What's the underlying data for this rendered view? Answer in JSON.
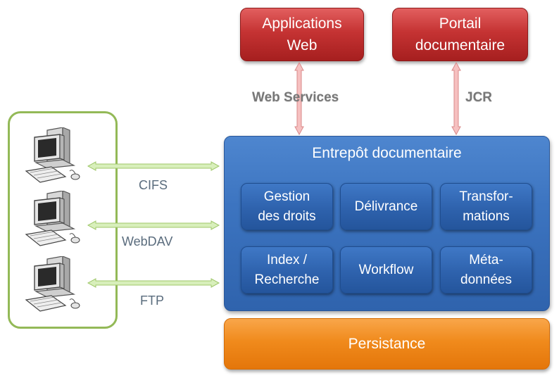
{
  "top_boxes": [
    {
      "label": "Applications\nWeb"
    },
    {
      "label": "Portail\ndocumentaire"
    }
  ],
  "protocols_top": [
    "Web Services",
    "JCR"
  ],
  "client_links": [
    "CIFS",
    "WebDAV",
    "FTP"
  ],
  "repository": {
    "title": "Entrepôt documentaire",
    "modules": [
      "Gestion\ndes droits",
      "Délivrance",
      "Transfor-\nmations",
      "Index /\nRecherche",
      "Workflow",
      "Méta-\ndonnées"
    ]
  },
  "persistence": "Persistance",
  "icons": [
    "desktop-computer-icon",
    "desktop-computer-icon",
    "desktop-computer-icon"
  ],
  "colors": {
    "top_box_red": "#c53333",
    "repository_blue": "#3c74c0",
    "persistence_orange": "#f08a1c",
    "client_border_green": "#93b957",
    "vertical_arrow_pink": "#f4b6b6",
    "horizontal_arrow_green": "#d4ecb4"
  }
}
